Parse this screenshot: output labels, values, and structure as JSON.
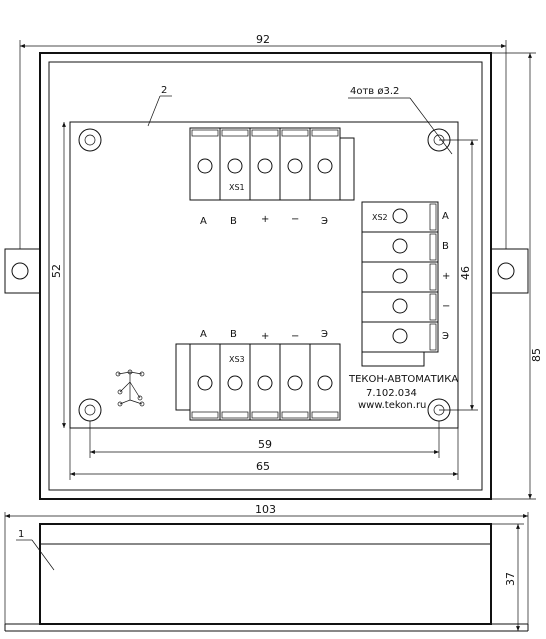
{
  "dimensions": {
    "top_width": "92",
    "left_height": "52",
    "right_inner_height": "46",
    "right_outer_height": "85",
    "hole_span": "59",
    "board_width": "65",
    "overall_width": "103",
    "case_height": "37"
  },
  "callouts": {
    "board": "2",
    "case": "1",
    "holes": "4отв ø3.2"
  },
  "terminals": {
    "top": {
      "name": "XS1",
      "pins": [
        "A",
        "B",
        "+",
        "−",
        "Э"
      ]
    },
    "right": {
      "name": "XS2",
      "pins": [
        "A",
        "B",
        "+",
        "−",
        "Э"
      ]
    },
    "bottom": {
      "name": "XS3",
      "pins": [
        "A",
        "B",
        "+",
        "−",
        "Э"
      ]
    }
  },
  "board_text": {
    "manufacturer": "ТЕКОН-АВТОМАТИКА",
    "part_number": "7.102.034",
    "website": "www.tekon.ru"
  },
  "colors": {
    "line": "#111111",
    "background": "#ffffff"
  }
}
